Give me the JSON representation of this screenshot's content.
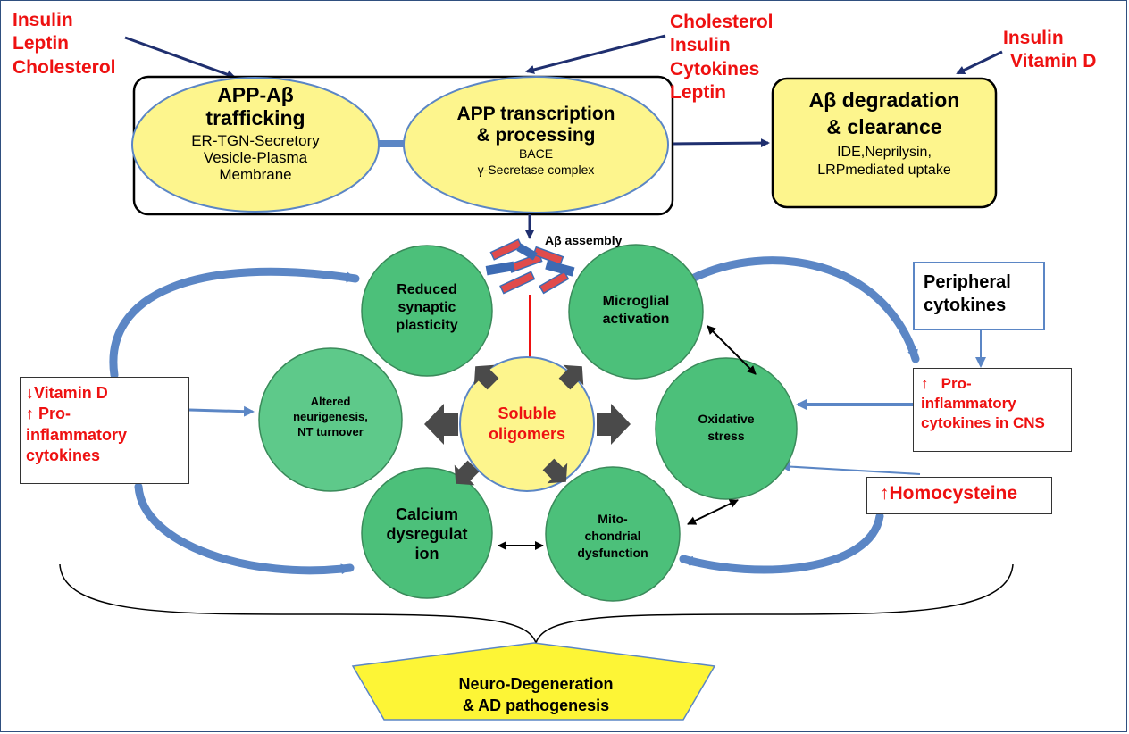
{
  "colors": {
    "yellow": "#fdf58d",
    "green": "#4cc07a",
    "green_light": "#5ec98a",
    "red_text": "#ee1111",
    "navy_arrow": "#1f2f6f",
    "blue_arrow": "#5b86c5",
    "gray_arrow": "#4a4a4a",
    "pentagon": "#fdf536"
  },
  "regulators": {
    "top_left": [
      "Insulin",
      "Leptin",
      "Cholesterol"
    ],
    "top_middle": [
      "Cholesterol",
      "Insulin",
      "Cytokines",
      "Leptin"
    ],
    "top_right": [
      "Insulin",
      "Vitamin D"
    ]
  },
  "top_nodes": {
    "trafficking": {
      "title_line1": "APP-Aβ",
      "title_line2": "trafficking",
      "detail": [
        "ER-TGN-Secretory",
        "Vesicle-Plasma",
        "Membrane"
      ]
    },
    "processing": {
      "title_line1": "APP transcription",
      "title_line2": "& processing",
      "detail": [
        "BACE",
        "γ-Secretase complex"
      ]
    },
    "clearance": {
      "title_line1": "Aβ degradation",
      "title_line2": "& clearance",
      "detail": [
        "IDE,Neprilysin,",
        "LRPmediated uptake"
      ]
    }
  },
  "assembly_label": "Aβ assembly",
  "center": {
    "line1": "Soluble",
    "line2": "oligomers"
  },
  "circles": {
    "synaptic": [
      "Reduced",
      "synaptic",
      "plasticity"
    ],
    "microglial": [
      "Microglial",
      "activation"
    ],
    "neurogenesis": [
      "Altered",
      "neurigenesis,",
      "NT turnover"
    ],
    "oxidative": [
      "Oxidative",
      "stress"
    ],
    "calcium": [
      "Calcium",
      "dysregulat",
      "ion"
    ],
    "mito": [
      "Mito-",
      "chondrial",
      "dysfunction"
    ]
  },
  "side_boxes": {
    "left": {
      "line1_arrow": "↓",
      "line1": "Vitamin D",
      "line2_arrow": "↑",
      "line2": " Pro-",
      "line3": "inflammatory",
      "line4": "cytokines"
    },
    "peripheral": [
      "Peripheral",
      "cytokines"
    ],
    "cns": {
      "arrow": "↑",
      "line1": "   Pro-",
      "line2": "inflammatory",
      "line3": "cytokines in CNS"
    },
    "homocysteine": {
      "arrow": "↑",
      "text": "Homocysteine"
    }
  },
  "outcome": {
    "line1": "Neuro-Degeneration",
    "line2": "& AD pathogenesis"
  }
}
